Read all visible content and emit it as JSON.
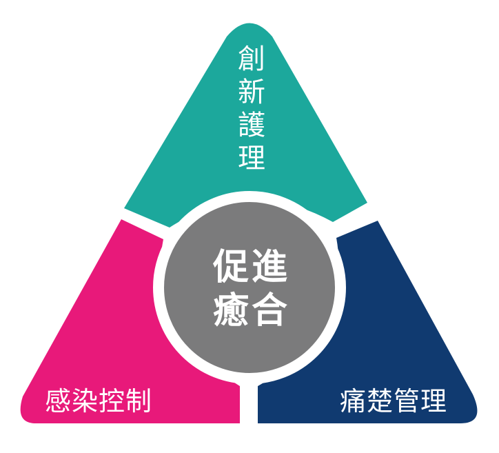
{
  "segments": {
    "top": {
      "label": "創新護理",
      "color": "#1ca89c"
    },
    "left": {
      "label": "感染控制",
      "color": "#e8197a"
    },
    "right": {
      "label": "痛楚管理",
      "color": "#103a70"
    }
  },
  "center": {
    "line1": "促進",
    "line2": "癒合",
    "color": "#7b7b7c",
    "border_color": "#ffffff"
  }
}
